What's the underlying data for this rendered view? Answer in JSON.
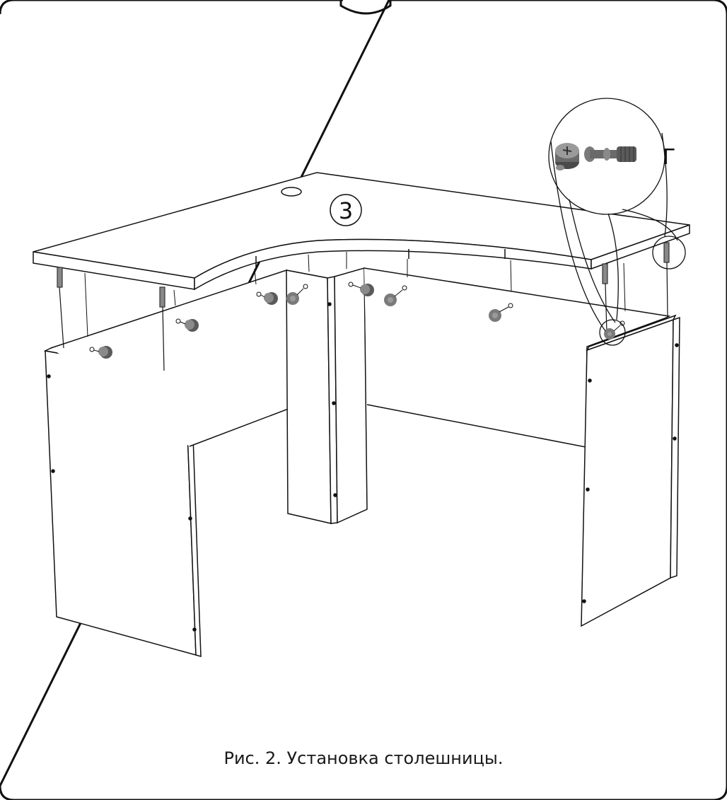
{
  "diagram": {
    "part_label": "3",
    "detail_label": "Г",
    "caption": "Рис. 2. Установка столешницы."
  },
  "colors": {
    "line": "#111111",
    "hardware": "#7a7a7a",
    "hardware_dark": "#4a4a4a",
    "background": "#ffffff"
  }
}
